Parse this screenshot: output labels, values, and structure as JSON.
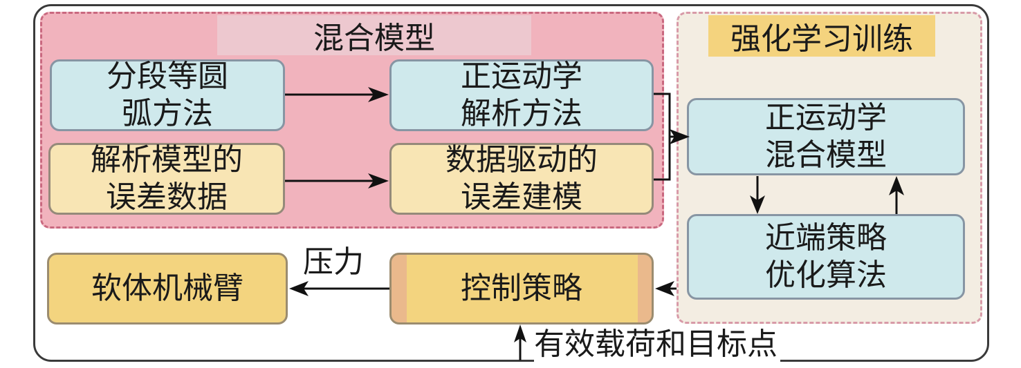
{
  "groups": {
    "hybrid_model": {
      "title": "混合模型",
      "color": "#f1b3bd"
    },
    "rl_training": {
      "title": "强化学习训练",
      "color": "#f4d37e"
    }
  },
  "nodes": {
    "piecewise_arc": "分段等圆\n弧方法",
    "forward_analytic": "正运动学\n解析方法",
    "analytic_error_data": "解析模型的\n误差数据",
    "data_driven_error": "数据驱动的\n误差建模",
    "forward_hybrid": "正运动学\n混合模型",
    "ppo": "近端策略\n优化算法",
    "control_policy": "控制策略",
    "soft_arm": "软体机械臂"
  },
  "edge_labels": {
    "pressure": "压力",
    "payload_target": "有效载荷和目标点"
  },
  "colors": {
    "blue_box": "#cfe9ec",
    "cream_box": "#f8e5b4",
    "gold_box": "#f3d47f",
    "rl_background": "#f3ede2"
  }
}
